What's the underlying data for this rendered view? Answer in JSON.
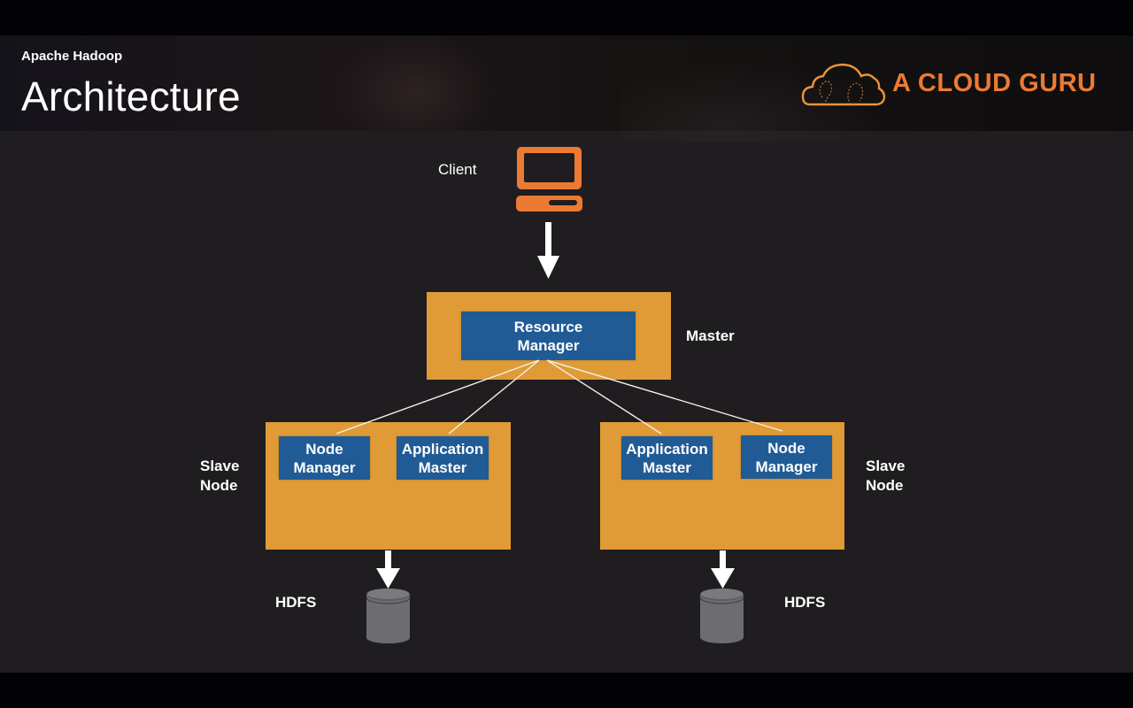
{
  "header": {
    "subtitle": "Apache Hadoop",
    "title": "Architecture",
    "brand_name": "A CLOUD GURU",
    "brand_color": "#ec7a34"
  },
  "diagram": {
    "client": {
      "label": "Client",
      "icon": "computer-icon",
      "color": "#ec7a34"
    },
    "master": {
      "label": "Master",
      "component": "Resource\nManager",
      "component_lines": [
        "Resource",
        "Manager"
      ]
    },
    "slave_left": {
      "label_lines": [
        "Slave",
        "Node"
      ],
      "components": [
        {
          "lines": [
            "Node",
            "Manager"
          ]
        },
        {
          "lines": [
            "Application",
            "Master"
          ]
        }
      ],
      "storage_label": "HDFS"
    },
    "slave_right": {
      "label_lines": [
        "Slave",
        "Node"
      ],
      "components": [
        {
          "lines": [
            "Application",
            "Master"
          ]
        },
        {
          "lines": [
            "Node",
            "Manager"
          ]
        }
      ],
      "storage_label": "HDFS"
    },
    "colors": {
      "node_box": "#e09b36",
      "component_box": "#215b95",
      "connector": "#ffffff",
      "storage": "#6b6a6e",
      "background": "#1f1d20"
    },
    "edges": [
      {
        "from": "client",
        "to": "master",
        "type": "arrow"
      },
      {
        "from": "resource-manager",
        "to": "left-node-manager",
        "type": "line"
      },
      {
        "from": "resource-manager",
        "to": "left-application-master",
        "type": "line"
      },
      {
        "from": "resource-manager",
        "to": "right-application-master",
        "type": "line"
      },
      {
        "from": "resource-manager",
        "to": "right-node-manager",
        "type": "line"
      },
      {
        "from": "slave-left",
        "to": "hdfs-left",
        "type": "arrow"
      },
      {
        "from": "slave-right",
        "to": "hdfs-right",
        "type": "arrow"
      }
    ]
  }
}
